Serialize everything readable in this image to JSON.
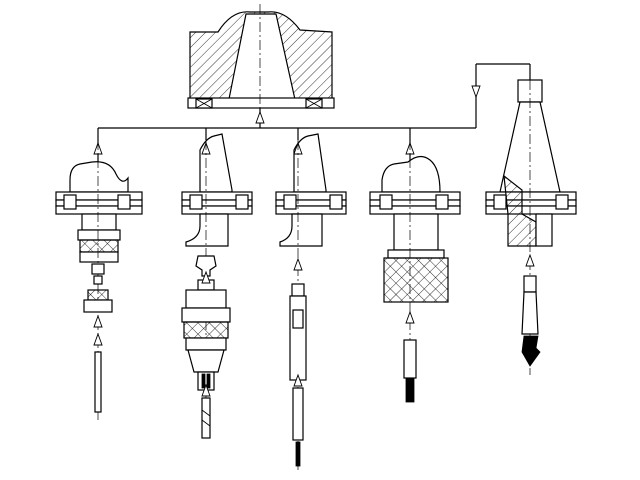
{
  "figure": {
    "colors": {
      "line": "#000000",
      "background": "#ffffff"
    },
    "parts": [
      "spindle-socket",
      "collet-chuck-tool-holder",
      "drill-chuck-holder-adapter",
      "sleeve-adapter-holder",
      "keyless-drill-chuck-holder",
      "taper-shank-tool-holder"
    ]
  }
}
